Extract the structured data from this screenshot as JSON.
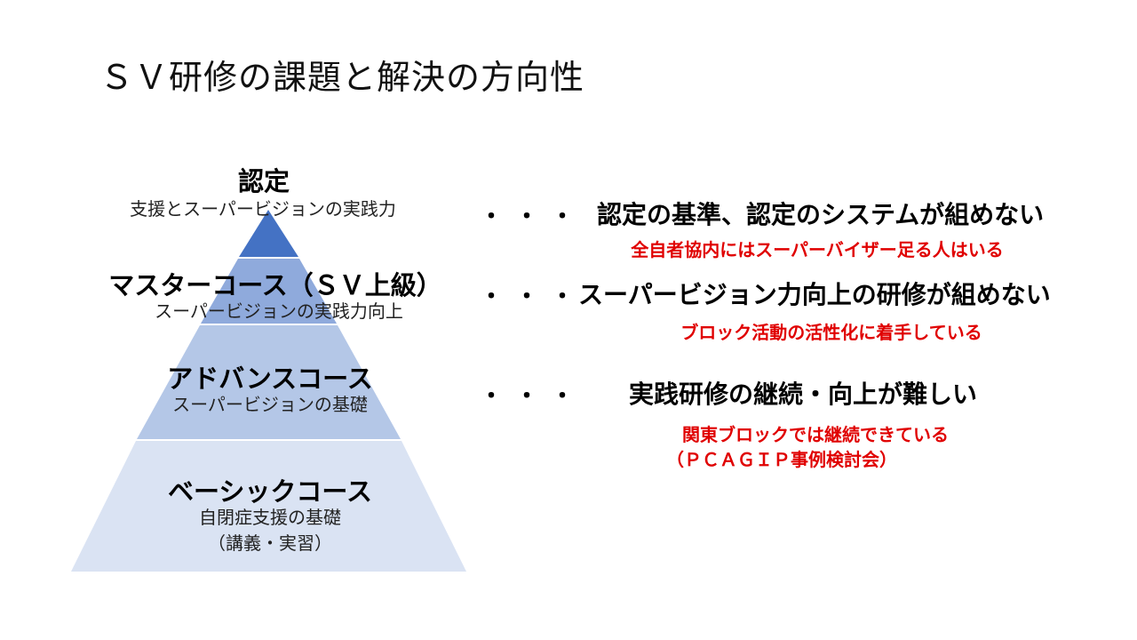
{
  "title": "ＳＶ研修の課題と解決の方向性",
  "colors": {
    "tier1": "#4472C4",
    "tier2": "#8FAADC",
    "tier3": "#B4C7E7",
    "tier4": "#DAE3F3",
    "note": "#E00000"
  },
  "pyramid": [
    {
      "heading": "認定",
      "sub": "支援とスーパービジョンの実践力"
    },
    {
      "heading": "マスターコース（ＳＶ上級）",
      "sub": "スーパービジョンの実践力向上"
    },
    {
      "heading": "アドバンスコース",
      "sub": "スーパービジョンの基礎"
    },
    {
      "heading": "ベーシックコース",
      "sub": "自閉症支援の基礎",
      "sub2": "（講義・実習）"
    }
  ],
  "issues": [
    {
      "dots": "・・・",
      "text": "認定の基準、認定のシステムが組めない",
      "note": "全自者協内にはスーパーバイザー足る人はいる"
    },
    {
      "dots": "・・・",
      "text": "スーパービジョン力向上の研修が組めない",
      "note": "ブロック活動の活性化に着手している"
    },
    {
      "dots": "・・・",
      "text": "実践研修の継続・向上が難しい",
      "note": "関東ブロックでは継続できている",
      "note2": "（ＰＣＡＧＩＰ事例検討会）"
    }
  ]
}
